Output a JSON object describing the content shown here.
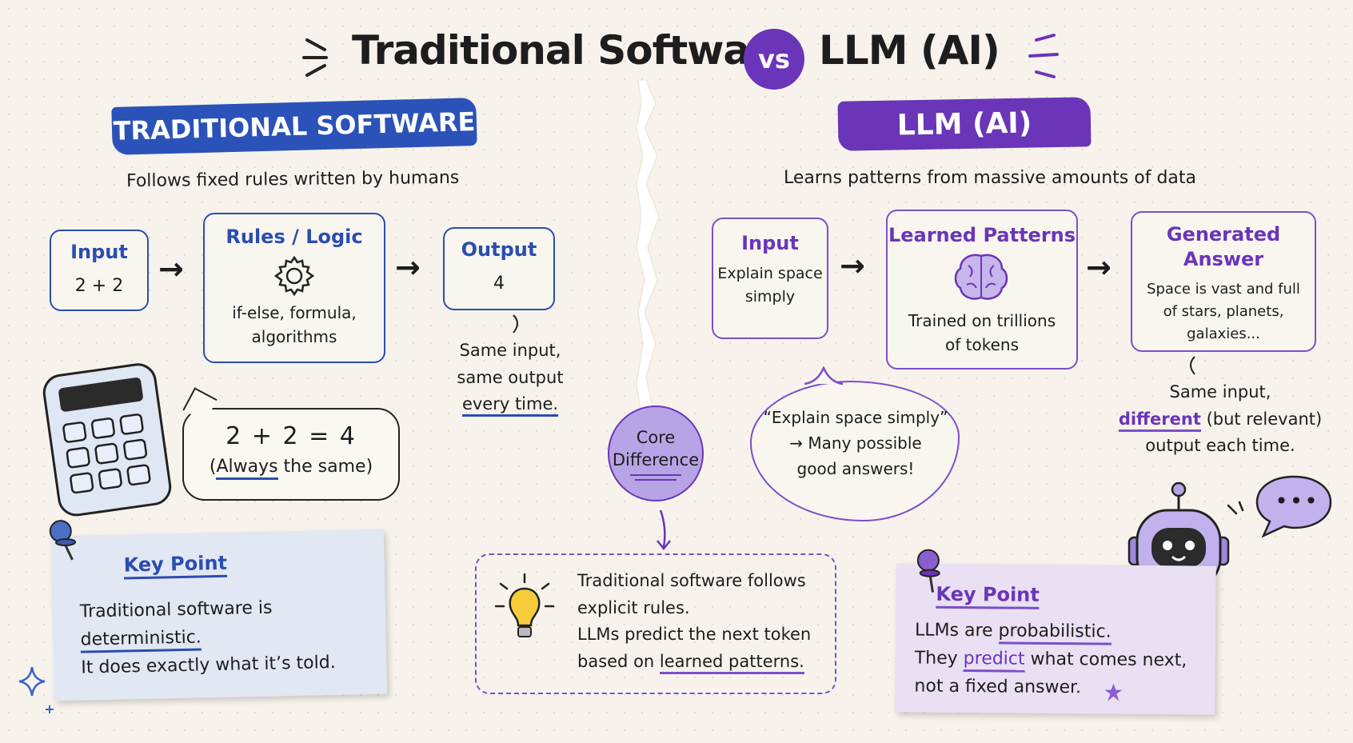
{
  "title": {
    "left": "Traditional Software",
    "vs": "vs",
    "right": "LLM (AI)"
  },
  "traditional": {
    "banner": "TRADITIONAL SOFTWARE",
    "subtitle": "Follows fixed rules written by humans",
    "input": {
      "title": "Input",
      "value": "2 + 2"
    },
    "rules": {
      "title": "Rules / Logic",
      "body_line1": "if-else, formula,",
      "body_line2": "algorithms"
    },
    "output": {
      "title": "Output",
      "value": "4"
    },
    "note": {
      "line1": "Same input,",
      "line2": "same output",
      "line3": "every time."
    },
    "bubble": {
      "equation": "2 + 2 = 4",
      "paren_open": "(",
      "always": "Always",
      "rest": " the same)"
    },
    "key_point": {
      "title": "Key Point",
      "line1_a": "Traditional software is ",
      "line1_b": "deterministic.",
      "line2": "It does exactly what it’s told."
    }
  },
  "llm": {
    "banner": "LLM (AI)",
    "subtitle": "Learns patterns from massive amounts of data",
    "input": {
      "title": "Input",
      "body_line1": "Explain space",
      "body_line2": "simply"
    },
    "patterns": {
      "title": "Learned Patterns",
      "body_line1": "Trained on trillions",
      "body_line2": "of tokens"
    },
    "answer": {
      "title_line1": "Generated",
      "title_line2": "Answer",
      "body_line1": "Space is vast and full",
      "body_line2": "of stars, planets,",
      "body_line3": "galaxies..."
    },
    "note": {
      "line1": "Same input,",
      "line2_a": "different",
      "line2_b": " (but relevant)",
      "line3": "output each time."
    },
    "cloud": {
      "line1": "“Explain space simply”",
      "line2": "→ Many possible",
      "line3": "good answers!"
    },
    "key_point": {
      "title": "Key Point",
      "line1_a": "LLMs are ",
      "line1_b": "probabilistic.",
      "line2_a": "They ",
      "line2_b": "predict",
      "line2_c": " what comes next,",
      "line3": "not a fixed answer."
    },
    "chat_bubble": "•••"
  },
  "core": {
    "circle_line1": "Core",
    "circle_line2": "Difference",
    "line1": "Traditional software follows",
    "line2": "explicit rules.",
    "line3": "LLMs predict the next token",
    "line4_a": "based on ",
    "line4_b": "learned patterns."
  },
  "colors": {
    "blue": "#2a4db0",
    "purple": "#6a35b8",
    "background": "#f7f3ec"
  }
}
